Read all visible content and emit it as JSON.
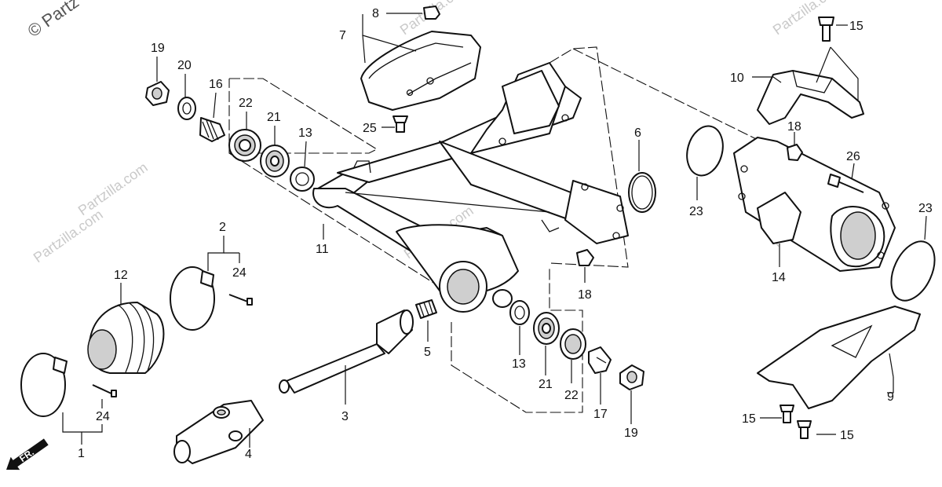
{
  "watermark": {
    "mark": "©",
    "text": "Partzilla.com",
    "text_top": "Partz"
  },
  "direction_label": "FR.",
  "colors": {
    "line": "#111111",
    "shade": "#cfcfcf",
    "watermark": "#c9c9c9"
  },
  "callouts": {
    "c1": "1",
    "c2": "2",
    "c3": "3",
    "c4": "4",
    "c5": "5",
    "c6": "6",
    "c7": "7",
    "c8": "8",
    "c9": "9",
    "c10": "10",
    "c11": "11",
    "c12": "12",
    "c13a": "13",
    "c13b": "13",
    "c14": "14",
    "c15a": "15",
    "c15b": "15",
    "c15c": "15",
    "c16": "16",
    "c17": "17",
    "c18a": "18",
    "c18b": "18",
    "c19a": "19",
    "c19b": "19",
    "c20": "20",
    "c21a": "21",
    "c21b": "21",
    "c22a": "22",
    "c22b": "22",
    "c23a": "23",
    "c23b": "23",
    "c24a": "24",
    "c24b": "24",
    "c25": "25",
    "c26": "26"
  }
}
